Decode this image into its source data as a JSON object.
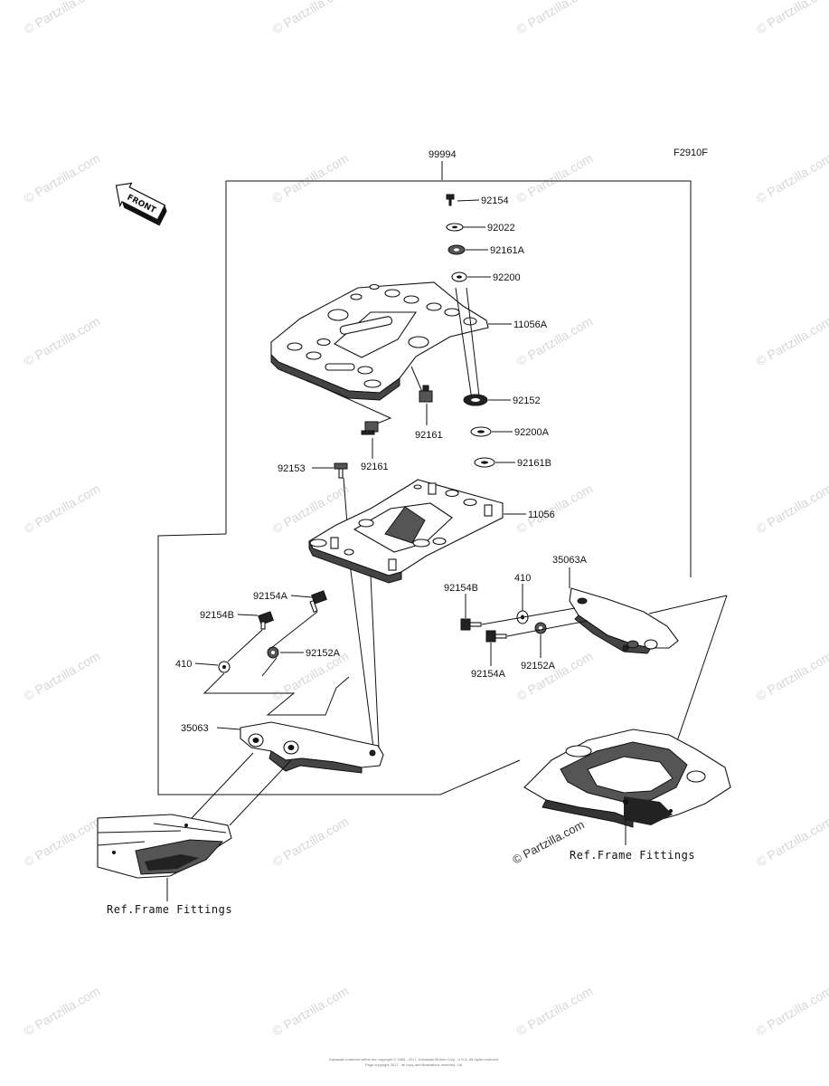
{
  "diagram": {
    "figure_code": "F2910F",
    "assembly_number": "99994",
    "front_marker": "FRONT",
    "parts": [
      {
        "id": "p-92154",
        "label": "92154"
      },
      {
        "id": "p-92022",
        "label": "92022"
      },
      {
        "id": "p-92161a",
        "label": "92161A"
      },
      {
        "id": "p-92200",
        "label": "92200"
      },
      {
        "id": "p-11056a",
        "label": "11056A"
      },
      {
        "id": "p-92152",
        "label": "92152"
      },
      {
        "id": "p-92161-center",
        "label": "92161"
      },
      {
        "id": "p-92200a",
        "label": "92200A"
      },
      {
        "id": "p-92153",
        "label": "92153"
      },
      {
        "id": "p-92161-left",
        "label": "92161"
      },
      {
        "id": "p-92161b",
        "label": "92161B"
      },
      {
        "id": "p-11056",
        "label": "11056"
      },
      {
        "id": "p-35063a",
        "label": "35063A"
      },
      {
        "id": "p-410-right",
        "label": "410"
      },
      {
        "id": "p-92154b-right",
        "label": "92154B"
      },
      {
        "id": "p-92154a-left",
        "label": "92154A"
      },
      {
        "id": "p-92154b-left",
        "label": "92154B"
      },
      {
        "id": "p-410-left",
        "label": "410"
      },
      {
        "id": "p-92152a-left",
        "label": "92152A"
      },
      {
        "id": "p-92154a-right",
        "label": "92154A"
      },
      {
        "id": "p-92152a-right",
        "label": "92152A"
      },
      {
        "id": "p-35063",
        "label": "35063"
      }
    ],
    "reference_left": "Ref.Frame Fittings",
    "reference_right": "Ref.Frame Fittings",
    "watermark": "© Partzilla.com",
    "copyright_line1": "Kawasaki materials within are copyright © 1985 - 2017, Kawasaki Motors Corp., U.S.A. All rights reserved.",
    "copyright_line2": "Page copyright 2017 - all copy and illustrations reserved, Ltd."
  }
}
